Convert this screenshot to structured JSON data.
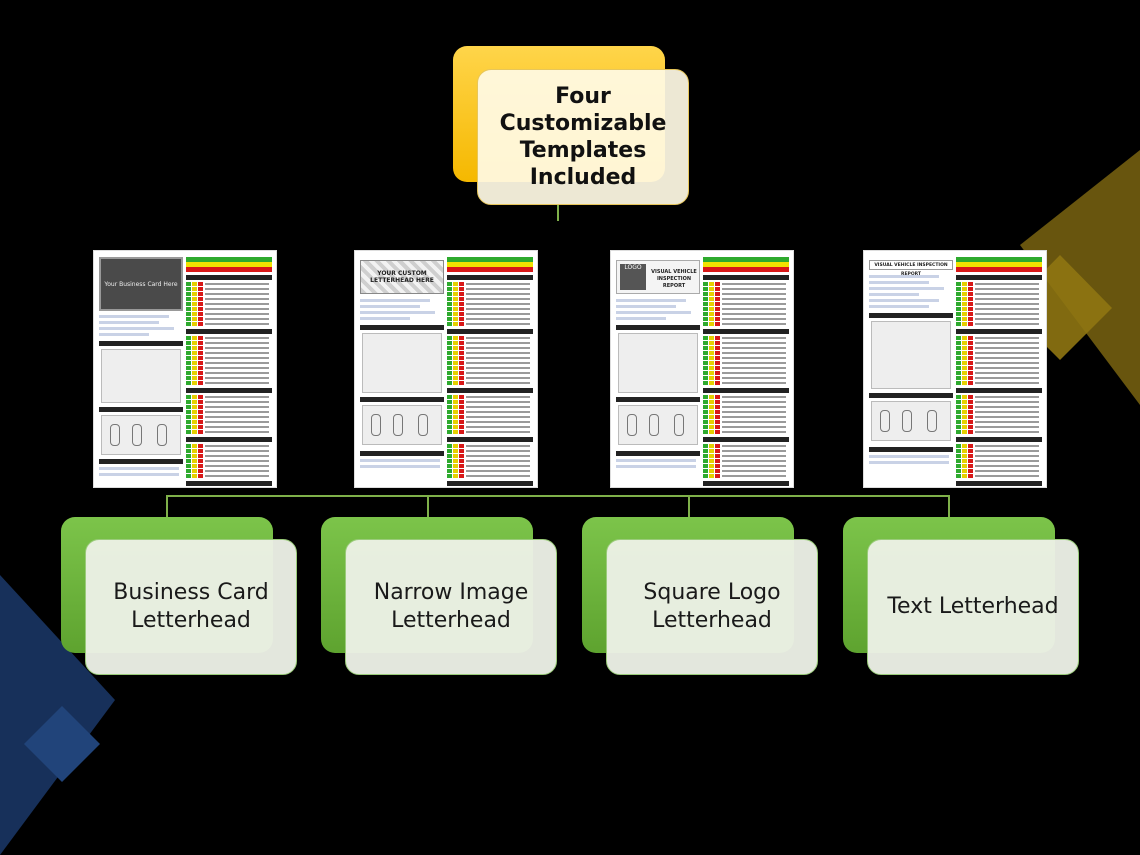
{
  "root": {
    "label": "Four Customizable Templates Included"
  },
  "templates": [
    {
      "label": "Business Card Letterhead",
      "thumbnail_text": "Your Business Card Here"
    },
    {
      "label": "Narrow Image Letterhead",
      "thumbnail_text": "YOUR CUSTOM LETTERHEAD HERE"
    },
    {
      "label": "Square Logo Letterhead",
      "thumbnail_text": "VISUAL VEHICLE INSPECTION REPORT",
      "logo_text": "LOGO"
    },
    {
      "label": "Text Letterhead",
      "thumbnail_text": "VISUAL VEHICLE INSPECTION REPORT"
    }
  ],
  "colors": {
    "background": "#000000",
    "root_node": "#f5b800",
    "child_node": "#5ea32f",
    "connector": "#7fb04a",
    "status_good": "#2eaa2e",
    "status_attention": "#f2e200",
    "status_immediate": "#d81818"
  }
}
